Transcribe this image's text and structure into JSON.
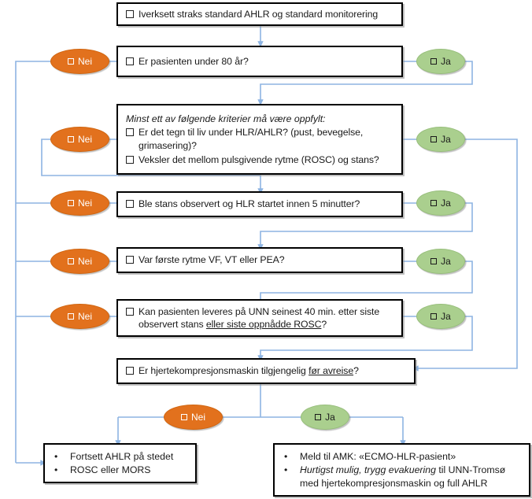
{
  "colors": {
    "connector": "#8DB4E2",
    "no_fill": "#E2711D",
    "yes_fill": "#AACF8E",
    "box_border": "#000000",
    "text": "#1a1a1a"
  },
  "labels": {
    "no": "Nei",
    "yes": "Ja",
    "checkbox_icon": "checkbox-icon"
  },
  "nodes": {
    "start": {
      "text": "Iverksett straks standard AHLR og standard monitorering"
    },
    "q1": {
      "text": "Er pasienten under 80 år?"
    },
    "q2": {
      "header": "Minst ett av følgende kriterier må være oppfylt:",
      "item1_a": "Er det tegn til liv under HLR/AHLR? (pust, bevegelse,",
      "item1_b": "grimasering)?",
      "item2": "Veksler det mellom pulsgivende rytme (ROSC) og stans?"
    },
    "q3": {
      "text": "Ble stans observert og HLR startet innen 5 minutter?"
    },
    "q4": {
      "text": "Var første rytme VF, VT eller PEA?"
    },
    "q5": {
      "text_a": "Kan pasienten leveres på UNN seinest 40 min. etter siste",
      "text_b": "observert stans ",
      "text_underlined": "eller siste oppnådde ROSC",
      "text_c": "?"
    },
    "q6": {
      "text_a": "Er hjertekompresjonsmaskin  tilgjengelig ",
      "text_underlined": "før avreise",
      "text_c": "?"
    },
    "outcome_no": {
      "bullet1": "Fortsett AHLR på stedet",
      "bullet2": "ROSC eller MORS",
      "bullet_char": "•"
    },
    "outcome_yes": {
      "bullet1": "Meld til AMK: «ECMO-HLR-pasient»",
      "bullet2_italic": "Hurtigst mulig, trygg evakuering",
      "bullet2_rest": " til UNN-Tromsø",
      "bullet2_line2": "med  hjertekompresjonsmaskin  og full AHLR",
      "bullet_char": "•"
    }
  },
  "branches": [
    {
      "id": "q1-no",
      "label": "Nei"
    },
    {
      "id": "q1-yes",
      "label": "Ja"
    },
    {
      "id": "q2-no",
      "label": "Nei"
    },
    {
      "id": "q2-yes",
      "label": "Ja"
    },
    {
      "id": "q3-no",
      "label": "Nei"
    },
    {
      "id": "q3-yes",
      "label": "Ja"
    },
    {
      "id": "q4-no",
      "label": "Nei"
    },
    {
      "id": "q4-yes",
      "label": "Ja"
    },
    {
      "id": "q5-no",
      "label": "Nei"
    },
    {
      "id": "q5-yes",
      "label": "Ja"
    },
    {
      "id": "q6-no",
      "label": "Nei"
    },
    {
      "id": "q6-yes",
      "label": "Ja"
    }
  ]
}
